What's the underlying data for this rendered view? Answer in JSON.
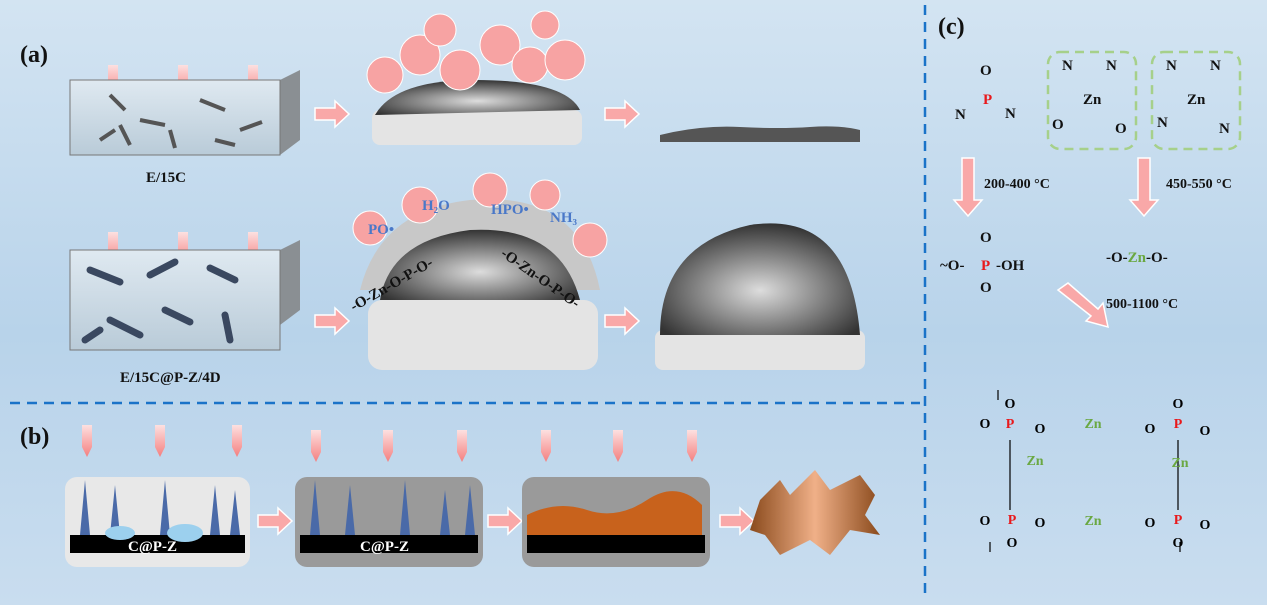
{
  "panels": {
    "a": "(a)",
    "b": "(b)",
    "c": "(c)"
  },
  "panel_a": {
    "sample1": "E/15C",
    "sample2": "E/15C@P-Z/4D",
    "species": {
      "po": "PO•",
      "h2o": "H₂O",
      "hpo": "HPO•",
      "nh3": "NH₃"
    },
    "chain_left": "-O-Zn-O-P-O-",
    "chain_right": "-O-Zn-O-P-O-"
  },
  "panel_b": {
    "tile1": "C@P-Z",
    "tile2": "C@P-Z"
  },
  "panel_c": {
    "phosphazene": {
      "o": "O",
      "p": "P",
      "n1": "N",
      "n2": "N"
    },
    "zn_complex1": {
      "zn": "Zn",
      "n1": "N",
      "n2": "N",
      "o1": "O",
      "o2": "O"
    },
    "zn_complex2": {
      "zn": "Zn",
      "n1": "N",
      "n2": "N",
      "n3": "N",
      "n4": "N"
    },
    "temp1": "200-400 °C",
    "temp2": "450-550 °C",
    "temp3": "500-1100 °C",
    "phosphate": {
      "top": "O",
      "left": "~O-",
      "p": "P",
      "right": "-OH",
      "bottom": "O"
    },
    "zn_oxide": {
      "left": "-O-",
      "zn": "Zn",
      "right": "-O-"
    },
    "network": {
      "p": "P",
      "o": "O",
      "zn": "Zn"
    }
  },
  "colors": {
    "arrow": "#f9a3a3",
    "divider": "#1a73c8",
    "p": "#e8191c",
    "zn": "#6aa842",
    "species": "#4a78c8"
  }
}
